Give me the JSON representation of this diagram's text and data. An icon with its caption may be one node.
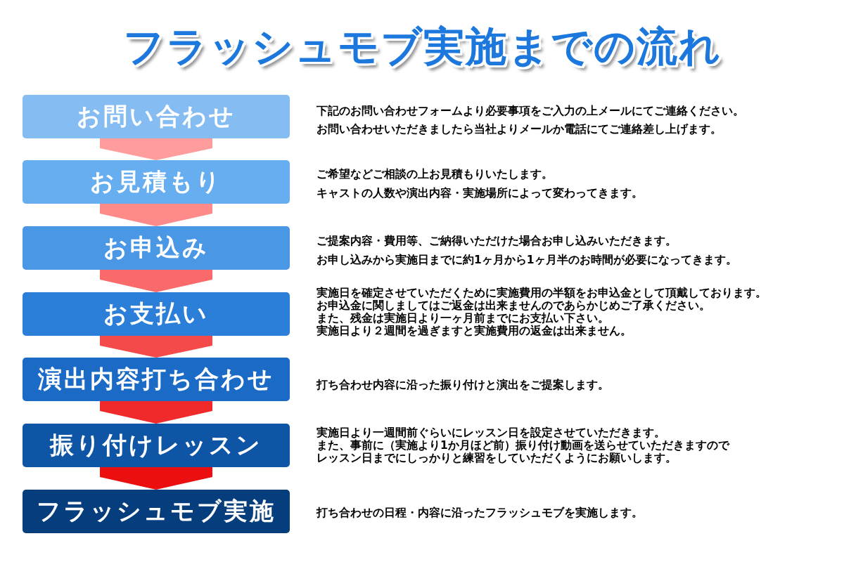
{
  "diagram": {
    "title": "フラッシュモブ実施までの流れ",
    "nodes": [
      {
        "text": [
          "お問い合わせ"
        ],
        "beside": [
          "下記のお問い合わせフォームより必要事項をご入力の上メールにてご連絡ください。",
          "お問い合わせいただきましたら当社よりメールか電話にてご連絡差し上げます。"
        ]
      },
      {
        "text": [
          "お見積もり"
        ],
        "beside": [
          "ご希望などご相談の上お見積もりいたします。",
          "キャストの人数や演出内容・実施場所によって変わってきます。"
        ]
      },
      {
        "text": [
          "お申込み"
        ],
        "beside": [
          "ご提案内容・費用等、ご納得いただけた場合お申し込みいただきます。",
          "お申し込みから実施日までに約1ヶ月から1ヶ月半のお時間が必要になってきます。"
        ]
      },
      {
        "text": [
          "お支払い"
        ],
        "beside": [
          "実施日を確定させていただくために実施費用の半額をお申込金として頂戴しております。",
          "お申込金に関しましてはご返金は出来ませんのであらかじめご了承ください。",
          "また、残金は実施日より一ヶ月前までにお支払い下さい。",
          "実施日より２週間を過ぎますと実施費用の返金は出来ません。"
        ]
      },
      {
        "text": [
          "演出内容打ち合わせ"
        ],
        "beside": [
          "打ち合わせ内容に沿った振り付けと演出をご提案します。"
        ]
      },
      {
        "text": [
          "振り付けレッスン"
        ],
        "beside": [
          "実施日より一週間前ぐらいにレッスン日を設定させていただきます。",
          "また、事前に（実施より1か月ほど前）振り付け動画を送らせていただきますので",
          "レッスン日までにしっかりと練習をしていただくようにお願いします。"
        ]
      },
      {
        "text": [
          "フラッシュモブ実施"
        ],
        "beside": [
          "打ち合わせの日程・内容に沿ったフラッシュモブを実施します。"
        ]
      }
    ],
    "edges": [
      {
        "from": 0,
        "to": 1,
        "arrow": "to",
        "color": "#ff9c9c"
      },
      {
        "from": 1,
        "to": 2,
        "arrow": "to",
        "color": "#ff8a8a"
      },
      {
        "from": 2,
        "to": 3,
        "arrow": "to",
        "color": "#fb6a6a"
      },
      {
        "from": 3,
        "to": 4,
        "arrow": "to",
        "color": "#f44a4a"
      },
      {
        "from": 4,
        "to": 5,
        "arrow": "to"
      },
      {
        "from": 5,
        "to": 6,
        "arrow": "to",
        "color": "#ec0f0f"
      }
    ]
  }
}
